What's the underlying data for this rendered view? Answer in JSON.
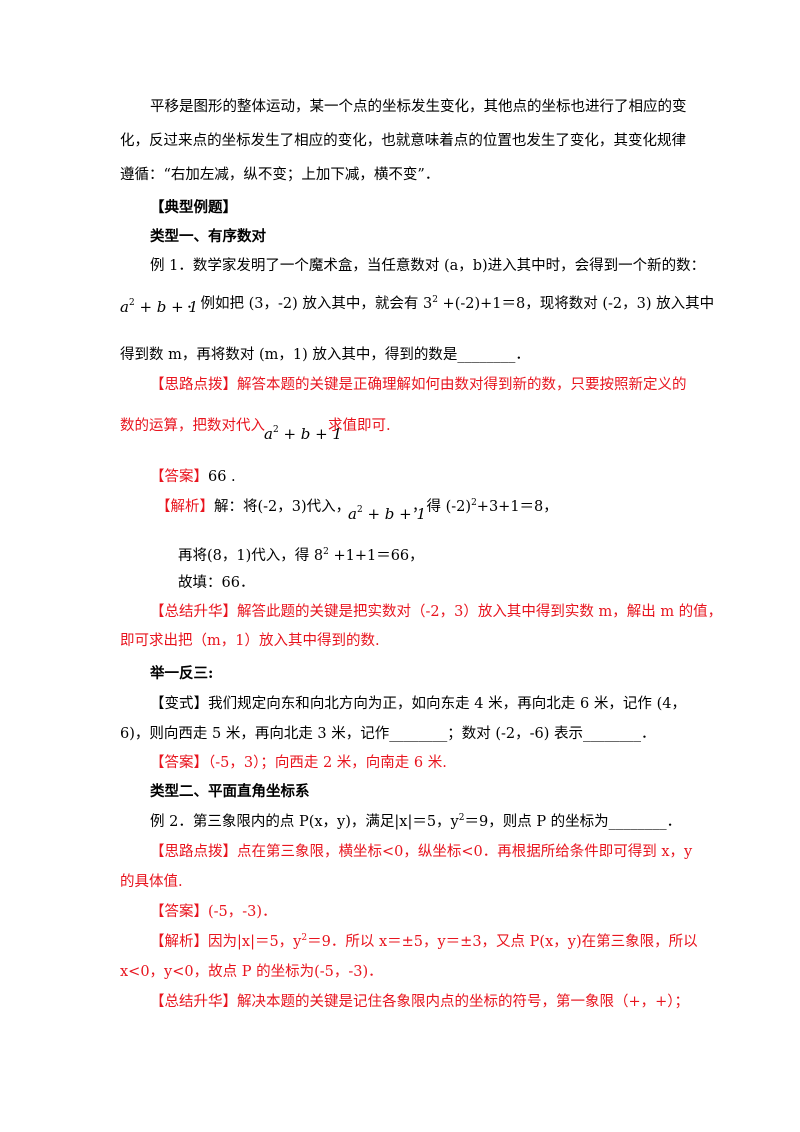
{
  "intro": {
    "l1": "平移是图形的整体运动，某一个点的坐标发生变化，其他点的坐标也进行了相应的变",
    "l2": "化，反过来点的坐标发生了相应的变化，也就意味着点的位置也发生了变化，其变化规律",
    "l3": "遵循：“右加左减，纵不变；上加下减，横不变”．"
  },
  "section": "【典型例题】",
  "type1": {
    "title": "类型一、有序数对",
    "q1": "例 1．数学家发明了一个魔术盒，当任意数对 (a，b)进入其中时，会得到一个新的数：",
    "formula": "a² + b + 1",
    "q2_a": "．例如把 (3，-2) 放入其中，就会有 3",
    "q2_sup": "2",
    "q2_b": " +(-2)+1＝8，现将数对 (-2，3) 放入其中",
    "q3": "得到数 m，再将数对 (m，1) 放入其中，得到的数是________．",
    "hint_label": "【思路点拨】",
    "hint_l1": "解答本题的关键是正确理解如何由数对得到新的数，只要按照新定义的",
    "hint_l2": "数的运算，把数对代入",
    "hint_l2b": "求值即可.",
    "answer_label": "【答案】",
    "answer": "66 .",
    "analysis_label": "【解析】",
    "analysis_a": "解：将(-2，3)代入，",
    "analysis_b": "，得 (-2)",
    "analysis_b2": "+3+1＝8，",
    "analysis_c": "再将(8，1)代入，得 8",
    "analysis_c2": " +1+1＝66，",
    "analysis_d": "故填：66．",
    "summary_label": "【总结升华】",
    "summary_l1": "解答此题的关键是把实数对（-2，3）放入其中得到实数 m，解出 m 的值，",
    "summary_l2": "即可求出把（m，1）放入其中得到的数."
  },
  "practice": {
    "title": "举一反三:",
    "var_l1": "【变式】我们规定向东和向北方向为正，如向东走 4 米，再向北走 6 米，记作 (4，",
    "var_l2": "6)，则向西走 5 米，再向北走 3 米，记作________；数对 (-2，-6) 表示________．",
    "ans_label": "【答案】",
    "ans": "（-5，3）；向西走 2 米，向南走 6 米."
  },
  "type2": {
    "title": "类型二、平面直角坐标系",
    "q1_a": "例 2．第三象限内的点 P(x，y)，满足|x|＝5，y",
    "q1_sup": "2",
    "q1_b": "＝9，则点 P 的坐标为________．",
    "hint_label": "【思路点拨】",
    "hint_l1": "点在第三象限，横坐标<0，纵坐标<0．再根据所给条件即可得到 x，y",
    "hint_l2": "的具体值.",
    "answer_label": "【答案】",
    "answer": "(-5，-3)．",
    "analysis_label": "【解析】",
    "analysis_l1_a": "因为|x|＝5，y",
    "analysis_l1_sup": "2",
    "analysis_l1_b": "＝9．所以 x＝±5，y＝±3，又点 P(x，y)在第三象限，所以",
    "analysis_l2": "x<0，y<0，故点 P 的坐标为(-5，-3)．",
    "summary_label": "【总结升华】",
    "summary_l1": "解决本题的关键是记住各象限内点的坐标的符号，第一象限（+，+）；"
  }
}
